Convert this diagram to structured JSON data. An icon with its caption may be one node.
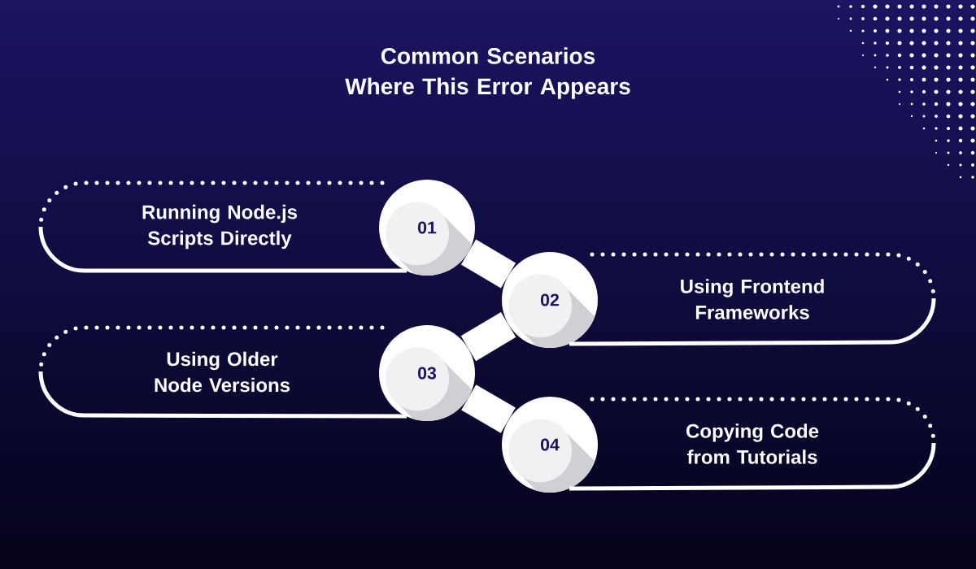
{
  "diagram": {
    "title": "Common Scenarios Where This Error Appears",
    "nodes": [
      {
        "text": [
          "Running Node.js Scripts Directly"
        ]
      },
      {
        "text": [
          "01"
        ]
      },
      {
        "text": [
          "02"
        ]
      },
      {
        "text": [
          "Using Frontend Frameworks"
        ]
      },
      {
        "text": [
          "Using Older Node Versions"
        ]
      },
      {
        "text": [
          "03"
        ]
      },
      {
        "text": [
          "04"
        ]
      },
      {
        "text": [
          "Copying Code from Tutorials"
        ]
      }
    ],
    "edges": [
      {
        "from": 1,
        "to": 2,
        "arrow": "none"
      },
      {
        "from": 2,
        "to": 5,
        "arrow": "none"
      },
      {
        "from": 5,
        "to": 6,
        "arrow": "none"
      }
    ]
  }
}
